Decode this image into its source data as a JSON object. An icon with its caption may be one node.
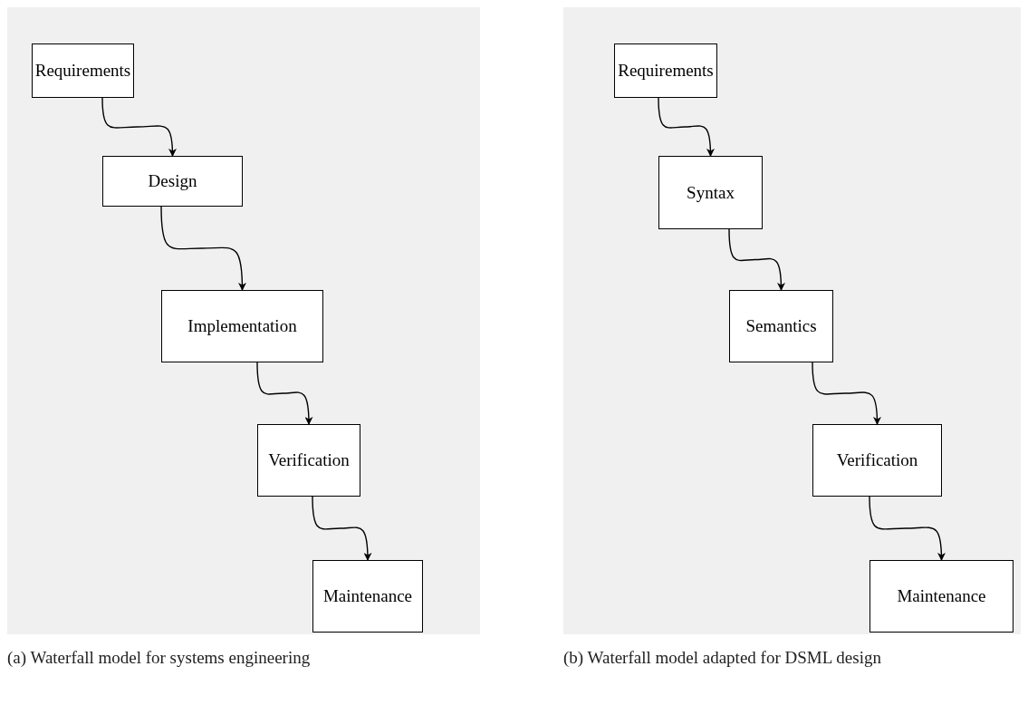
{
  "diagram": {
    "nodes": [
      {
        "text": [],
        "shape": "box"
      },
      {
        "text": [
          "Requirements"
        ],
        "in": 0
      },
      {
        "text": [
          "Design"
        ],
        "in": 0
      },
      {
        "text": [
          "Implementation"
        ],
        "in": 0
      },
      {
        "text": [
          "Verification"
        ],
        "in": 0
      },
      {
        "text": [
          "Maintenance"
        ],
        "in": 0
      },
      {
        "text": [],
        "shape": "box"
      },
      {
        "text": [
          "Requirements"
        ],
        "in": 6
      },
      {
        "text": [
          "Syntax"
        ],
        "in": 6
      },
      {
        "text": [
          "Semantics"
        ],
        "in": 6
      },
      {
        "text": [
          "Verification"
        ],
        "in": 6
      },
      {
        "text": [
          "Maintenance"
        ],
        "in": 6
      }
    ],
    "edges": [
      {
        "from": 1,
        "to": 2,
        "arrow": "to"
      },
      {
        "from": 2,
        "to": 3,
        "arrow": "to"
      },
      {
        "from": 3,
        "to": 4,
        "arrow": "to"
      },
      {
        "from": 4,
        "to": 5,
        "arrow": "to"
      },
      {
        "from": 7,
        "to": 8,
        "arrow": "to"
      },
      {
        "from": 8,
        "to": 9,
        "arrow": "to"
      },
      {
        "from": 9,
        "to": 10,
        "arrow": "to"
      },
      {
        "from": 10,
        "to": 11,
        "arrow": "to"
      }
    ],
    "labels": [
      "(a) Waterfall model for systems engineering",
      "(b) Waterfall model adapted for DSML design"
    ]
  }
}
